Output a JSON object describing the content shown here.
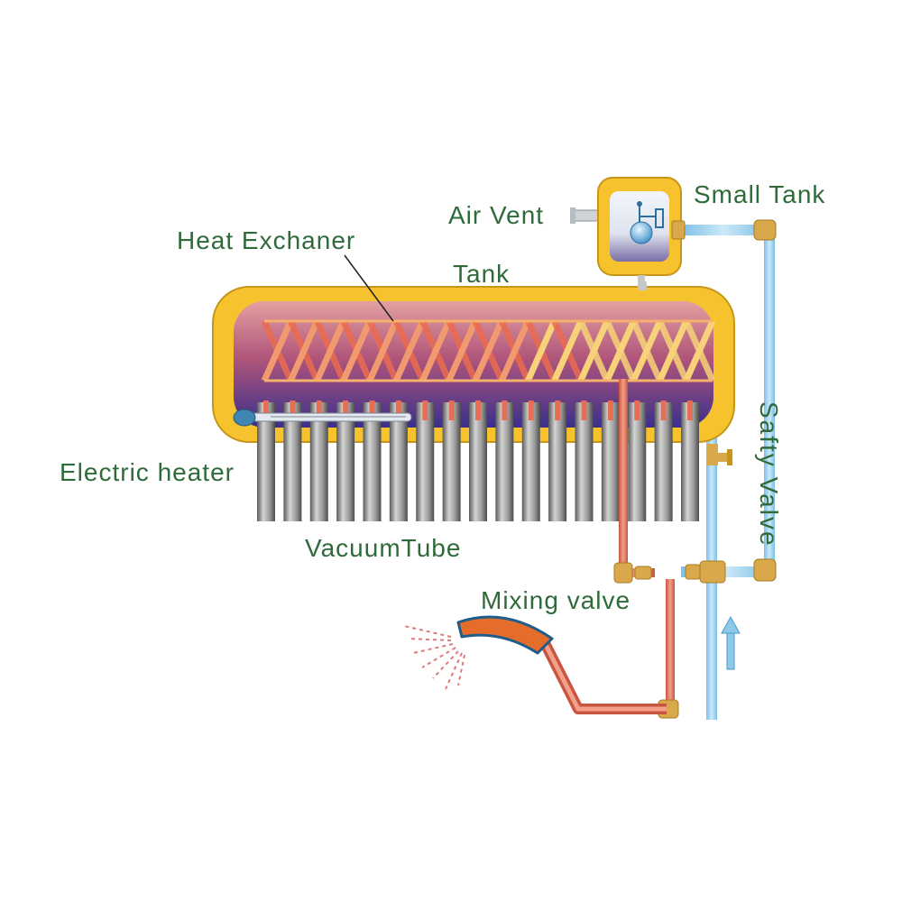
{
  "labels": {
    "heat_exchanger": "Heat Exchaner",
    "tank": "Tank",
    "air_vent": "Air Vent",
    "small_tank": "Small Tank",
    "electric_heater": "Electric heater",
    "vacuum_tube": "VacuumTube",
    "mixing_valve": "Mixing valve",
    "safety_valve": "Safty Valve"
  },
  "colors": {
    "label_text": "#2f6b3a",
    "tank_shell": "#f6c32e",
    "tank_interior_top": "#d88a8a",
    "tank_interior_bottom": "#3a2f8c",
    "coil_hot": "#ea6b4f",
    "coil_warm": "#f7d278",
    "vacuum_tube": "#8f8f8f",
    "cold_pipe": "#8ec9ea",
    "hot_pipe": "#d86a5a",
    "brass_fitting": "#d9a84a",
    "shower_head": "#e46d2c",
    "water_spray": "#e07a7a"
  },
  "icons": {
    "float": "float-valve-icon",
    "arrow": "flow-arrow-icon",
    "shower": "shower-head-icon"
  },
  "tubes": {
    "count": 17
  },
  "coil": {
    "loops": 17
  }
}
